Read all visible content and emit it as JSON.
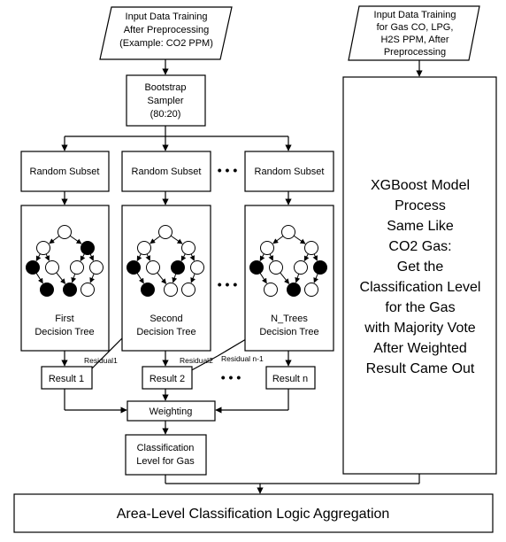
{
  "input_left": {
    "parallelogram_lines": [
      "Input Data Training",
      "After Preprocessing",
      "(Example: CO2 PPM)"
    ]
  },
  "input_right": {
    "parallelogram_lines": [
      "Input Data Training",
      "for Gas CO, LPG,",
      "H2S PPM, After",
      "Preprocessing"
    ]
  },
  "bootstrap": {
    "lines": [
      "Bootstrap",
      "Sampler",
      "(80:20)"
    ]
  },
  "random_subset_label": "Random Subset",
  "ellipsis": "• • •",
  "trees": [
    {
      "lines": [
        "First",
        "Decision Tree"
      ]
    },
    {
      "lines": [
        "Second",
        "Decision Tree"
      ]
    },
    {
      "lines": [
        "N_Trees",
        "Decision Tree"
      ]
    }
  ],
  "results": [
    "Result 1",
    "Result 2",
    "Result n"
  ],
  "residuals": [
    "Residual1",
    "Residual2",
    "Residual n-1"
  ],
  "weighting": "Weighting",
  "classification": {
    "lines": [
      "Classification",
      "Level for Gas"
    ]
  },
  "xgboost": {
    "lines": [
      "XGBoost Model",
      "Process",
      "Same Like",
      "CO2 Gas:",
      "Get the",
      "Classification Level",
      "for the Gas",
      "with Majority Vote",
      "After Weighted",
      "Result Came Out"
    ]
  },
  "aggregation": "Area-Level Classification Logic Aggregation",
  "node_colors": {
    "filled": "#000000",
    "empty": "#ffffff"
  }
}
